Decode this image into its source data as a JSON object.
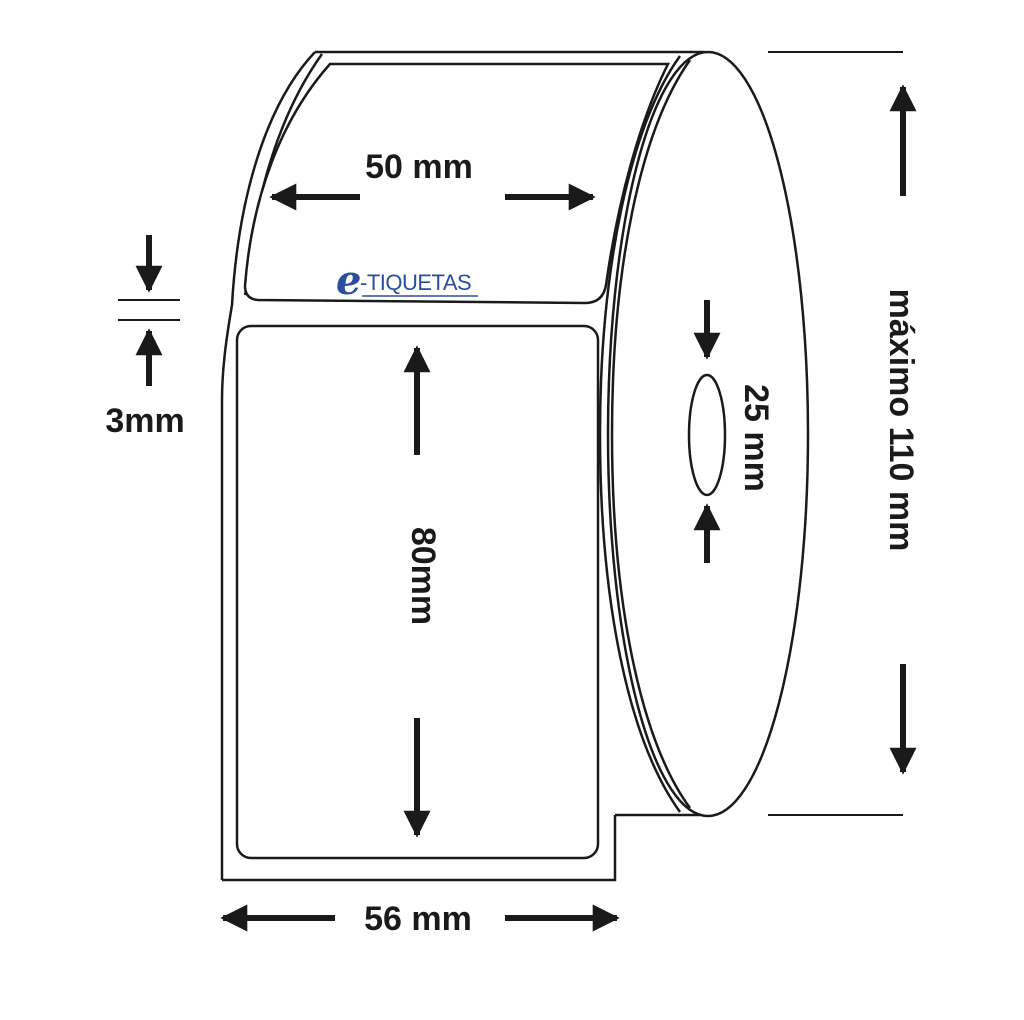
{
  "labels": {
    "width_50": "50 mm",
    "gap_3": "3mm",
    "height_80": "80mm",
    "core_25": "25 mm",
    "max_110": "máximo 110 mm",
    "width_56": "56 mm"
  },
  "logo": {
    "mark": "e",
    "text": "-TIQUETAS",
    "color": "#2a4f9e"
  },
  "colors": {
    "outline": "#1a1a1a",
    "arrow": "#1a1a1a",
    "background": "#ffffff"
  },
  "icons": [
    "arrow-left-icon",
    "arrow-right-icon",
    "arrow-up-icon",
    "arrow-down-icon"
  ]
}
